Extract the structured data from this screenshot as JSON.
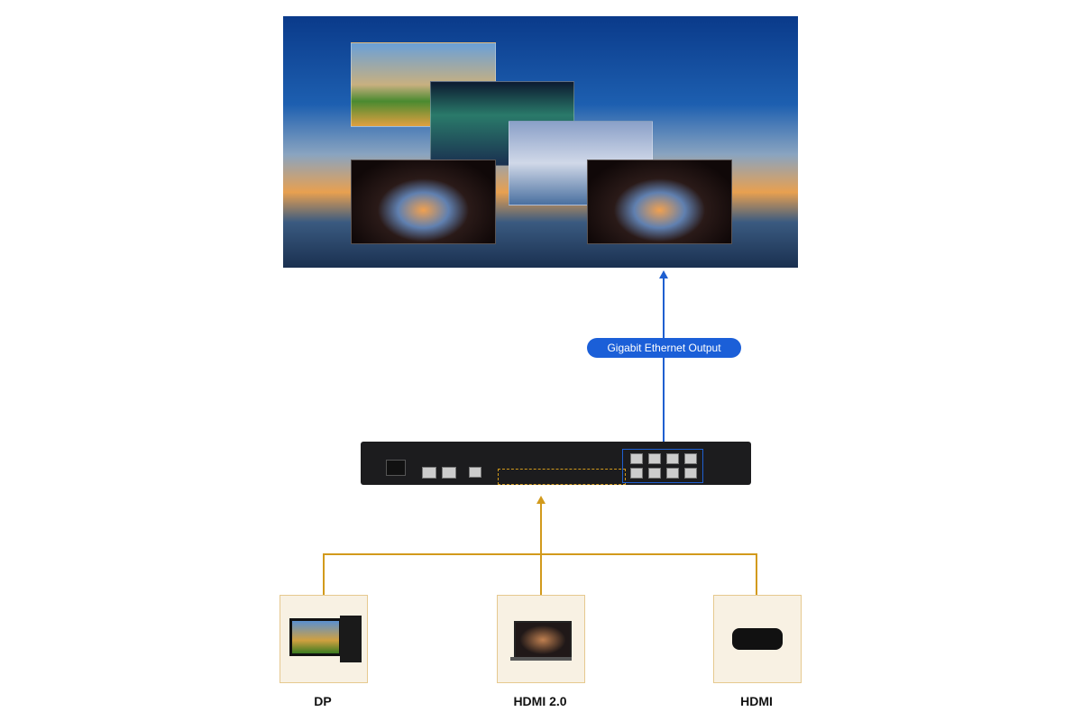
{
  "output_label": "Gigabit Ethernet Output",
  "sources": [
    {
      "label": "DP",
      "icon": "desktop-computer-icon"
    },
    {
      "label": "HDMI 2.0",
      "icon": "laptop-icon"
    },
    {
      "label": "HDMI",
      "icon": "media-box-icon"
    }
  ],
  "colors": {
    "output_line": "#1f5fd0",
    "input_line": "#d29a1c",
    "pill": "#1b5fd8",
    "source_box": "#f8f1e3"
  }
}
